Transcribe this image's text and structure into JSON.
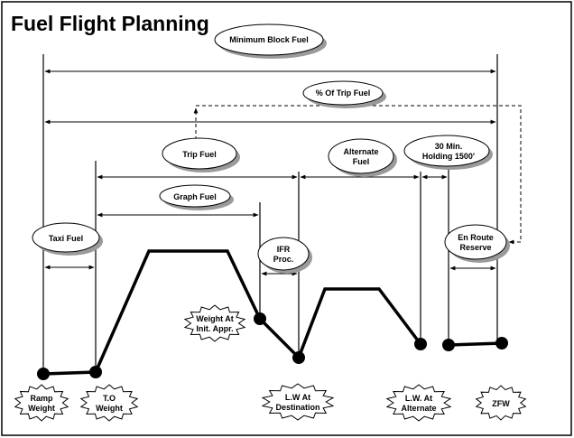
{
  "title": "Fuel Flight Planning",
  "labels": {
    "minimum_block_fuel": "Minimum Block Fuel",
    "pct_trip_fuel": "% Of Trip Fuel",
    "trip_fuel": "Trip Fuel",
    "alternate_fuel_1": "Alternate",
    "alternate_fuel_2": "Fuel",
    "holding_1": "30 Min.",
    "holding_2": "Holding 1500'",
    "graph_fuel": "Graph Fuel",
    "taxi_fuel": "Taxi Fuel",
    "ifr_proc_1": "IFR",
    "ifr_proc_2": "Proc.",
    "en_route_reserve_1": "En Route",
    "en_route_reserve_2": "Reserve"
  },
  "points": {
    "ramp_weight_1": "Ramp",
    "ramp_weight_2": "Weight",
    "to_weight_1": "T.O",
    "to_weight_2": "Weight",
    "weight_init_appr_1": "Weight At",
    "weight_init_appr_2": "Init. Appr.",
    "lw_destination_1": "L.W At",
    "lw_destination_2": "Destination",
    "lw_alternate_1": "L.W. At",
    "lw_alternate_2": "Alternate",
    "zfw": "ZFW"
  }
}
